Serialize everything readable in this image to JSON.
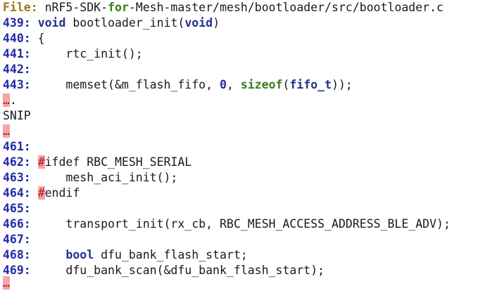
{
  "header": {
    "label": "File:",
    "path_pre": " nRF5-SDK-",
    "path_for": "for",
    "path_post": "-Mesh-master/mesh/bootloader/src/bootloader.c"
  },
  "lines": {
    "l439": {
      "num": "439:",
      "kw1": "void",
      "t1": " bootloader_init(",
      "kw2": "void",
      "t2": ")"
    },
    "l440": {
      "num": "440:",
      "t1": " {"
    },
    "l441": {
      "num": "441:",
      "t1": "     rtc_init();"
    },
    "l442": {
      "num": "442:"
    },
    "l443": {
      "num": "443:",
      "t1": "     memset(&m_flash_fifo, ",
      "n1": "0",
      "t2": ", ",
      "kw1": "sizeof",
      "t3": "(",
      "ty1": "fifo_t",
      "t4": "));"
    },
    "dots1": {
      "dots": "…",
      "t1": "."
    },
    "snip": "SNIP",
    "dots2": {
      "dots": "…"
    },
    "l461": {
      "num": "461:"
    },
    "l462": {
      "num": "462:",
      "pp": "#",
      "t1": "ifdef RBC_MESH_SERIAL"
    },
    "l463": {
      "num": "463:",
      "t1": "     mesh_aci_init();"
    },
    "l464": {
      "num": "464:",
      "pp": "#",
      "t1": "endif"
    },
    "l465": {
      "num": "465:"
    },
    "l466": {
      "num": "466:",
      "t1": "     transport_init(rx_cb, RBC_MESH_ACCESS_ADDRESS_BLE_ADV);"
    },
    "l467": {
      "num": "467:"
    },
    "l468": {
      "num": "468:",
      "kw1": "bool",
      "t1": " dfu_bank_flash_start;"
    },
    "l469": {
      "num": "469:",
      "t1": "     dfu_bank_scan(&dfu_bank_flash_start);"
    },
    "dots3": {
      "dots": "…"
    }
  },
  "colors": {
    "line_number": "#1f2aa8",
    "keyword": "#24318f",
    "type": "#3a7d1c",
    "header_label": "#a0761e",
    "preprocessor_highlight": "#f2a7a7"
  }
}
